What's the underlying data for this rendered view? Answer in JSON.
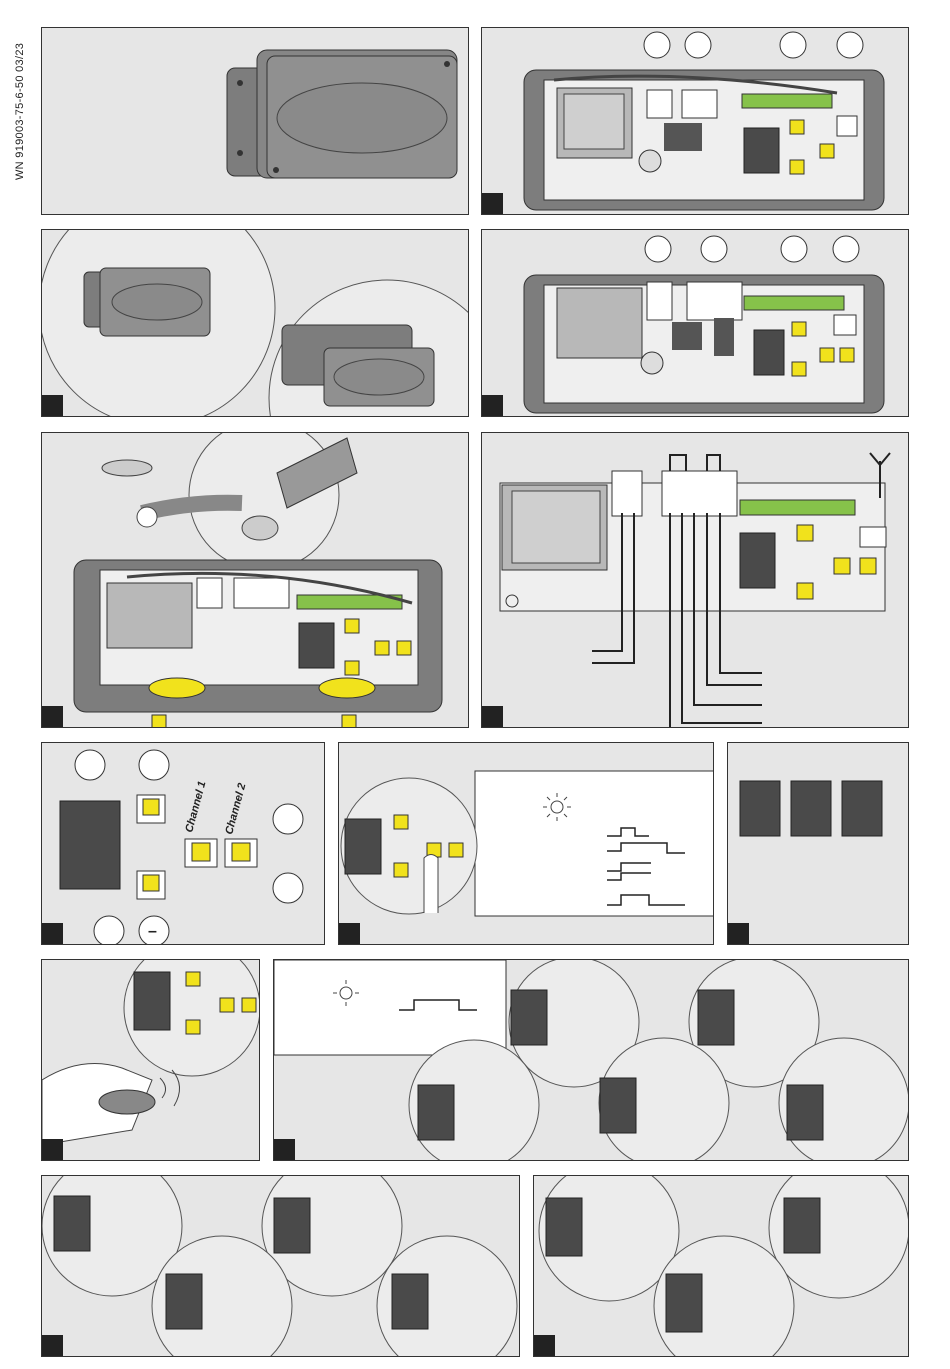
{
  "document": {
    "reference": "WN 919003-75-6-50  03/23"
  },
  "panel_5_receiver": {
    "channel_1_label": "Channel 1",
    "channel_2_label": "Channel 2",
    "minus_symbol": "–"
  },
  "icons": [
    "light-bulb-icon",
    "finger-press-icon",
    "antenna-icon",
    "screw-icon"
  ],
  "colors": {
    "panel_background": "#e6e6e6",
    "button_yellow": "#f1e21c",
    "display_dark": "#4a4a4a",
    "circuit_green": "#86c24a",
    "housing_gray": "#7d7d7d"
  }
}
